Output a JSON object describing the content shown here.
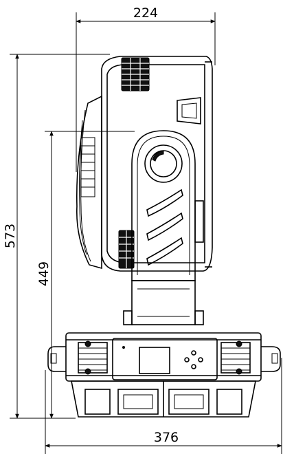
{
  "dimensions": {
    "top_width": "224",
    "bottom_width": "376",
    "total_height": "573",
    "yoke_height": "449"
  }
}
